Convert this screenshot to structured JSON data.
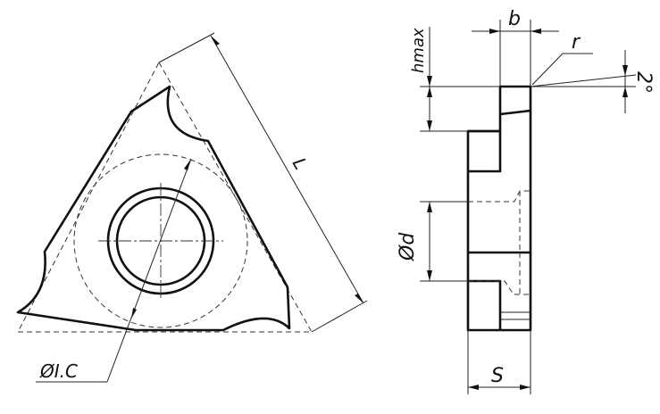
{
  "labels": {
    "L": "L",
    "b": "b",
    "r": "r",
    "h_max": "hmax",
    "angle": "2°",
    "d": "Ød",
    "ic": "ØI.C",
    "s": "S"
  }
}
